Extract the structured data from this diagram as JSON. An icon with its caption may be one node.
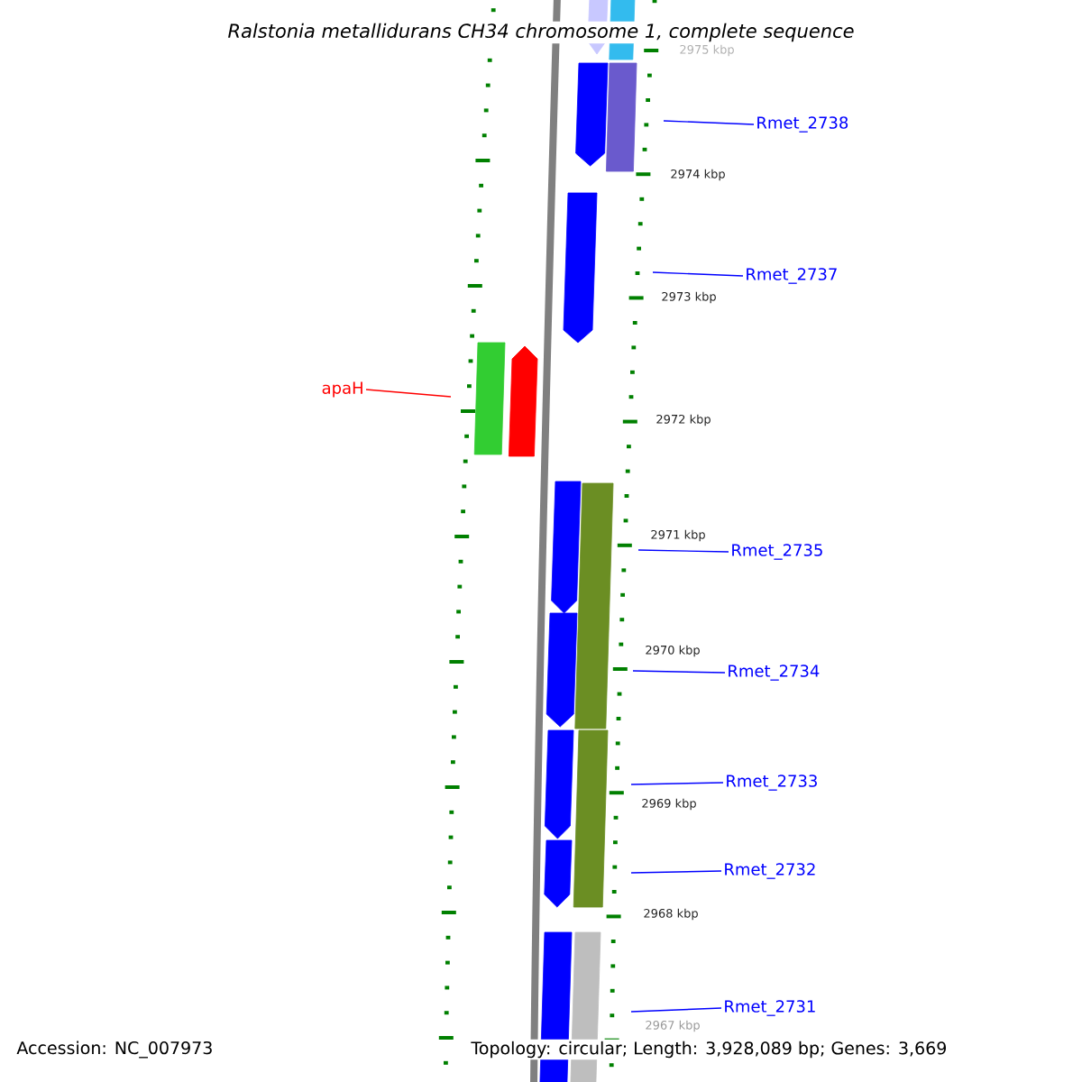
{
  "diagram": {
    "title": "Ralstonia metallidurans CH34 chromosome 1, complete sequence",
    "nodes": [
      {
        "text": [
          "Rmet_2738"
        ]
      },
      {
        "text": [
          "Rmet_2737"
        ]
      },
      {
        "text": [
          "apaH"
        ]
      },
      {
        "text": [
          "Rmet_2735"
        ]
      },
      {
        "text": [
          "Rmet_2734"
        ]
      },
      {
        "text": [
          "Rmet_2733"
        ]
      },
      {
        "text": [
          "Rmet_2732"
        ]
      },
      {
        "text": [
          "Rmet_2731"
        ]
      }
    ],
    "edges": [
      {
        "from": 0,
        "to": null,
        "arrow": "none"
      },
      {
        "from": 1,
        "to": null,
        "arrow": "none"
      },
      {
        "from": 2,
        "to": null,
        "arrow": "none",
        "color": "#ff0000"
      },
      {
        "from": 3,
        "to": null,
        "arrow": "none"
      },
      {
        "from": 4,
        "to": null,
        "arrow": "none"
      },
      {
        "from": 5,
        "to": null,
        "arrow": "none"
      },
      {
        "from": 6,
        "to": null,
        "arrow": "none"
      },
      {
        "from": 7,
        "to": null,
        "arrow": "none"
      }
    ],
    "labels": [
      "2975 kbp",
      "2974 kbp",
      "2973 kbp",
      "2972 kbp",
      "2971 kbp",
      "2970 kbp",
      "2969 kbp",
      "2968 kbp",
      "2967 kbp",
      "Accession: NC_007973",
      "Topology: circular; Length: 3,928,089 bp; Genes: 3,669"
    ]
  }
}
